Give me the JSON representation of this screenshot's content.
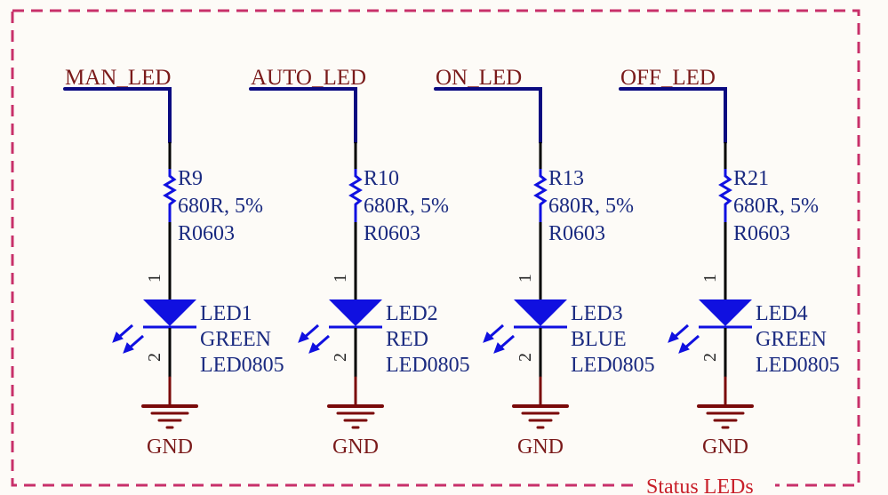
{
  "sheet": {
    "title": "Status LEDs",
    "border_color": "#c8306a"
  },
  "colors": {
    "net_wire": "#0a0a80",
    "component": "#1010e0",
    "net_label": "#7a1a1a",
    "designator": "#1a2a80",
    "ground": "#7a0a0a",
    "pin_wire": "#000000"
  },
  "channels": [
    {
      "net": "MAN_LED",
      "resistor": {
        "ref": "R9",
        "value": "680R, 5%",
        "footprint": "R0603"
      },
      "led": {
        "ref": "LED1",
        "color": "GREEN",
        "footprint": "LED0805"
      },
      "pins": [
        "1",
        "2"
      ],
      "ground": "GND"
    },
    {
      "net": "AUTO_LED",
      "resistor": {
        "ref": "R10",
        "value": "680R, 5%",
        "footprint": "R0603"
      },
      "led": {
        "ref": "LED2",
        "color": "RED",
        "footprint": "LED0805"
      },
      "pins": [
        "1",
        "2"
      ],
      "ground": "GND"
    },
    {
      "net": "ON_LED",
      "resistor": {
        "ref": "R13",
        "value": "680R, 5%",
        "footprint": "R0603"
      },
      "led": {
        "ref": "LED3",
        "color": "BLUE",
        "footprint": "LED0805"
      },
      "pins": [
        "1",
        "2"
      ],
      "ground": "GND"
    },
    {
      "net": "OFF_LED",
      "resistor": {
        "ref": "R21",
        "value": "680R, 5%",
        "footprint": "R0603"
      },
      "led": {
        "ref": "LED4",
        "color": "GREEN",
        "footprint": "LED0805"
      },
      "pins": [
        "1",
        "2"
      ],
      "ground": "GND"
    }
  ]
}
